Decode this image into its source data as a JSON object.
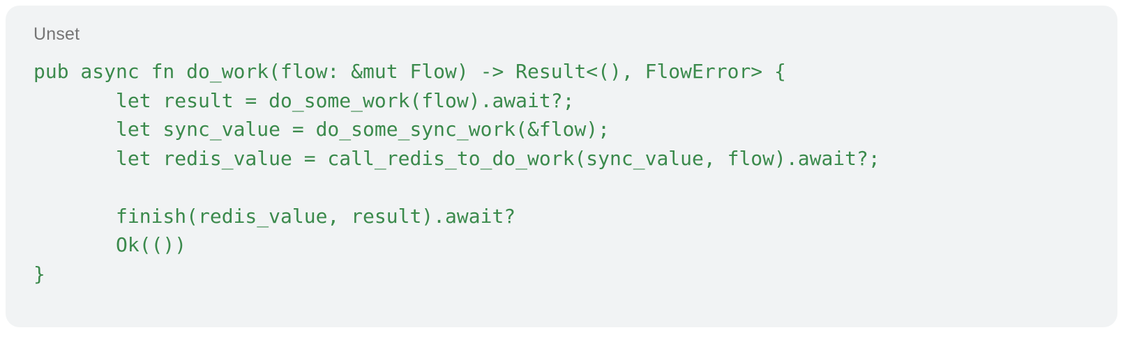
{
  "code_block": {
    "language_label": "Unset",
    "language": "rust",
    "code_text": "pub async fn do_work(flow: &mut Flow) -> Result<(), FlowError> {\n       let result = do_some_work(flow).await?;\n       let sync_value = do_some_sync_work(&flow);\n       let redis_value = call_redis_to_do_work(sync_value, flow).await?;\n\n       finish(redis_value, result).await?\n       Ok(())\n}",
    "lines_count": 8,
    "colors": {
      "page_background": "#ffffff",
      "card_background": "#f1f3f4",
      "label_text": "#757575",
      "code_text": "#3b8a4c"
    }
  }
}
